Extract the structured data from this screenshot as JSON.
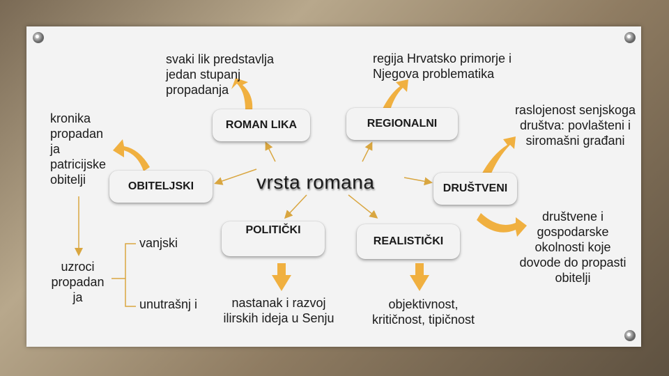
{
  "center": "vrsta romana",
  "boxes": {
    "roman_lika": "ROMAN LIKA",
    "regionalni": "REGIONALNI",
    "obiteljski": "OBITELJSKI",
    "drustveni": "DRUŠTVENI",
    "politicki": "POLITIČKI",
    "realisticki": "REALISTIČKI"
  },
  "notes": {
    "lik": "svaki lik predstavlja jedan stupanj propadanja",
    "regija": "regija Hrvatsko primorje i Njegova problematika",
    "kronika": "kronika propadan ja patricijske obitelji",
    "raslojenost": "raslojenost senjskoga društva: povlašteni i siromašni građani",
    "okolnosti": "društvene i gospodarske okolnosti koje dovode do propasti obitelji",
    "uzroci": "uzroci propadan ja",
    "vanjski": "vanjski",
    "unutarnji": "unutrašnj i",
    "ilirski": "nastanak i razvoj ilirskih ideja u Senju",
    "objektivnost": "objektivnost, kritičnost, tipičnost"
  },
  "colors": {
    "arrow": "#f0b040",
    "line": "#d9a640"
  }
}
